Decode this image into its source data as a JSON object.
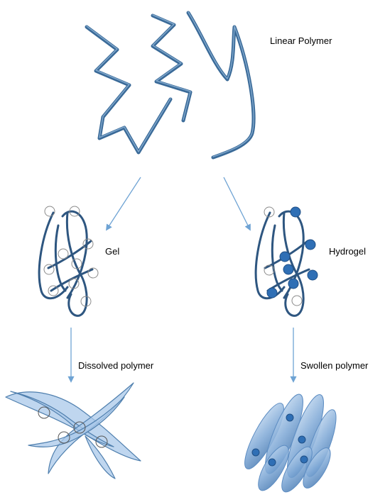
{
  "labels": {
    "linear_polymer": "Linear Polymer",
    "gel": "Gel",
    "hydrogel": "Hydrogel",
    "dissolved_polymer": "Dissolved polymer",
    "swollen_polymer": "Swollen polymer"
  },
  "colors": {
    "chain": "#3a6a98",
    "chain_highlight": "#7fa9d0",
    "arrow": "#6ea3d4",
    "crosslink_open": "#7a7a7a",
    "crosslink_filled": "#2f6fb5",
    "dissolved_fill": "#a9c8ea",
    "swollen_fill": "#7fa6d3"
  }
}
